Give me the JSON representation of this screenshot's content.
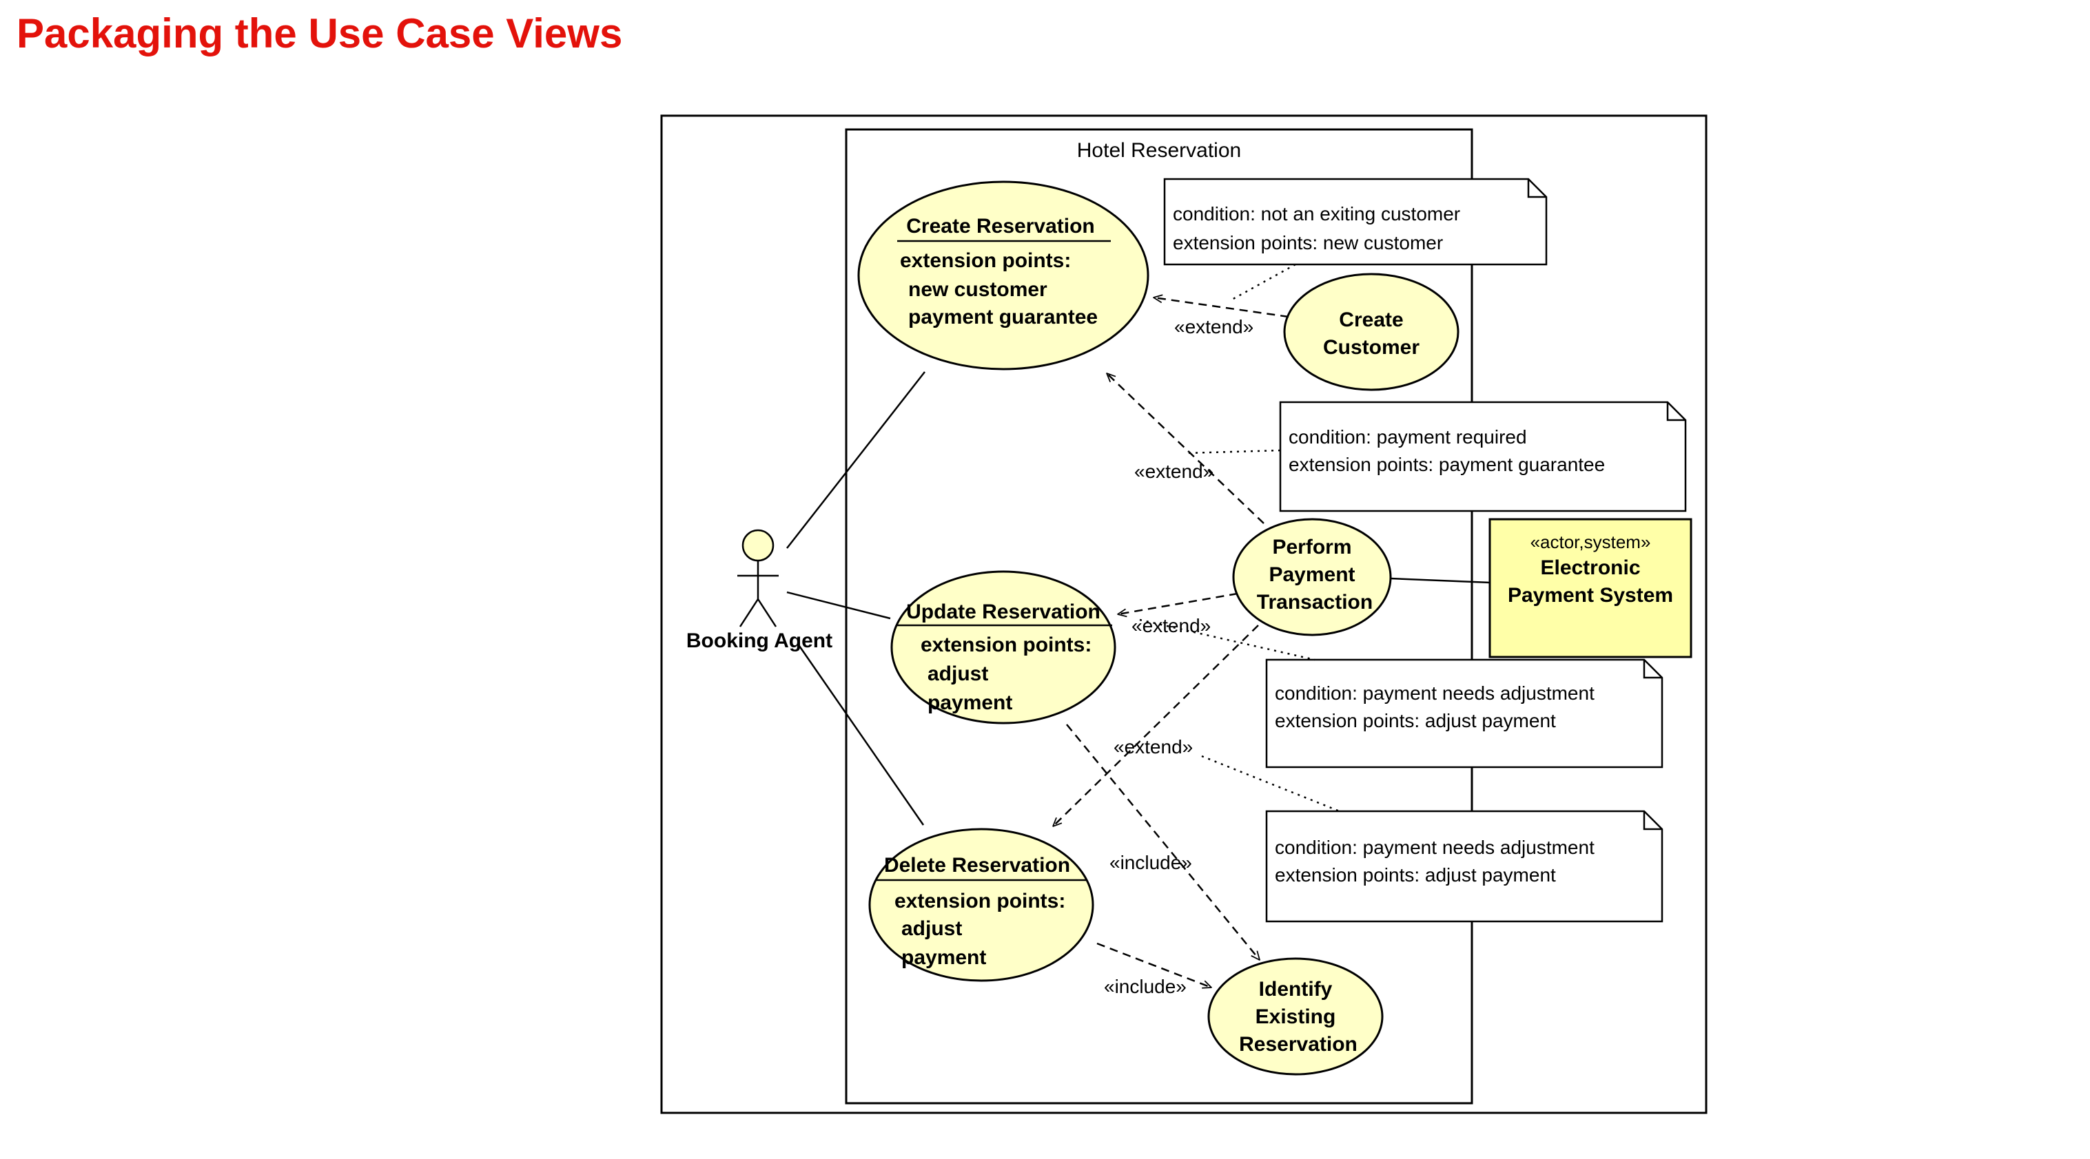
{
  "slide": {
    "title": "Packaging the Use Case Views"
  },
  "colors": {
    "title": "#e3120b",
    "use_case_fill": "#ffffc8",
    "system_actor_fill": "#ffffa8"
  },
  "diagram": {
    "boundary_label": "Hotel Reservation",
    "actor": {
      "label": "Booking Agent"
    },
    "system_actor": {
      "stereotype": "«actor,system»",
      "line1": "Electronic",
      "line2": "Payment System"
    },
    "use_cases": {
      "create_reservation": {
        "name": "Create Reservation",
        "ext_heading": "extension points:",
        "ext1": "new customer",
        "ext2": "payment guarantee"
      },
      "update_reservation": {
        "name": "Update Reservation",
        "ext_heading": "extension points:",
        "ext1": "adjust",
        "ext2": "payment"
      },
      "delete_reservation": {
        "name": "Delete Reservation",
        "ext_heading": "extension points:",
        "ext1": "adjust",
        "ext2": "payment"
      },
      "create_customer": {
        "line1": "Create",
        "line2": "Customer"
      },
      "perform_payment": {
        "line1": "Perform",
        "line2": "Payment",
        "line3": "Transaction"
      },
      "identify_reservation": {
        "line1": "Identify",
        "line2": "Existing",
        "line3": "Reservation"
      }
    },
    "notes": {
      "note1": {
        "line1": "condition: not an exiting customer",
        "line2": "extension points: new customer"
      },
      "note2": {
        "line1": "condition: payment required",
        "line2": "extension points: payment guarantee"
      },
      "note3": {
        "line1": "condition: payment needs adjustment",
        "line2": "extension points: adjust payment"
      },
      "note4": {
        "line1": "condition: payment needs adjustment",
        "line2": "extension points: adjust payment"
      }
    },
    "relations": {
      "extend1": "«extend»",
      "extend2": "«extend»",
      "extend3": "«extend»",
      "extend4": "«extend»",
      "include1": "«include»",
      "include2": "«include»"
    }
  }
}
